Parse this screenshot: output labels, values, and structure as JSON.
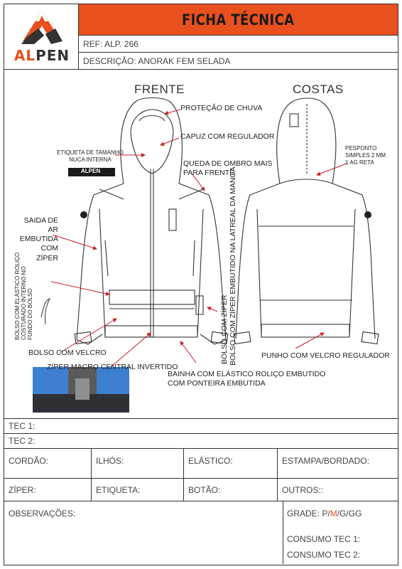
{
  "header": {
    "logo": {
      "part1": "AL",
      "part2": "PEN"
    },
    "title": "FICHA TÉCNICA",
    "ref": "REF: ALP. 266",
    "description": "DESCRIÇÃO: ANORAK FEM SELADA"
  },
  "views": {
    "front": "FRENTE",
    "back": "COSTAS"
  },
  "callouts": {
    "rain": "PROTEÇÃO DE CHUVA",
    "hood": "CAPUZ COM REGULADOR",
    "size_label_1": "ETIQUETA DE TAMANHO",
    "size_label_2": "NUCA INTERNA",
    "shoulder_1": "QUEDA DE OMBRO MAIS",
    "shoulder_2": "PARA FRENTE",
    "side_zip": "BOLSO COM ZÍPER EMBUTIDO NA LATREAL DA MANGA",
    "vent_1": "SAIDA DE",
    "vent_2": "AR EMBUTIDA",
    "vent_3": "COM ZÍPER",
    "pocket_elastic_1": "BOLSO COM ELÁSTICO ROLIÇO",
    "pocket_elastic_2": "COSTURADO INTERNO NO",
    "pocket_elastic_3": "FUNDO DO BOLSO",
    "velcro_pocket": "BOLSO COM VELCRO",
    "side_pocket_zip": "BOLSO COM ZÍPER",
    "macro_zip": "ZÍPER MACRO CENTRAL INVERTIDO",
    "hem_1": "BAINHA COM ELÁSTICO ROLIÇO EMBUTIDO",
    "hem_2": "COM PONTEIRA EMBUTIDA",
    "cuff": "PUNHO COM VELCRO REGULADOR",
    "stitch_1": "PESPONTO",
    "stitch_2": "SIMPLES 2 MM",
    "stitch_3": "1 AG RETA",
    "tag_text": "ALPEN"
  },
  "form": {
    "tec1": "TEC 1:",
    "tec2": "TEC 2:",
    "cordao": "CORDÃO:",
    "ilhos": "ILHÓS:",
    "elastico": "ELÁSTICO:",
    "estampa": "ESTAMPA/BORDADO:",
    "ziper": "ZÍPER:",
    "etiqueta": "ETIQUETA:",
    "botao": "BOTÃO:",
    "outros": "OUTROS::",
    "observacoes": "OBSERVAÇÕES:",
    "grade_label": "GRADE:",
    "grade_p": "P/",
    "grade_m": "M",
    "grade_rest": "/G/GG",
    "consumo1": "CONSUMO TEC 1:",
    "consumo2": "CONSUMO TEC 2:"
  },
  "colors": {
    "accent": "#e8501e",
    "line": "#333333",
    "arrow": "#c8202a"
  }
}
